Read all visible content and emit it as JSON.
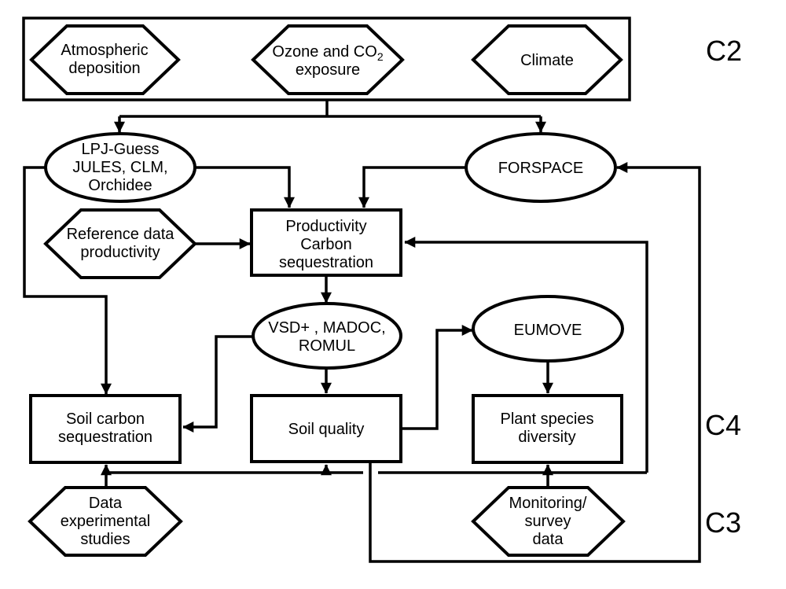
{
  "diagram": {
    "background": "#ffffff",
    "stroke_color": "#000000",
    "text_color": "#000000",
    "side_labels": {
      "c2": "C2",
      "c4": "C4",
      "c3": "C3"
    },
    "nodes": {
      "atmospheric_deposition": {
        "lines": [
          "Atmospheric",
          "deposition"
        ]
      },
      "ozone_co2_exposure": {
        "line1": "Ozone and CO",
        "line1_subscript": "2",
        "line2": "exposure"
      },
      "climate": {
        "label": "Climate"
      },
      "lpj_guess": {
        "lines": [
          "LPJ-Guess",
          "JULES, CLM,",
          "Orchidee"
        ]
      },
      "forspace": {
        "label": "FORSPACE"
      },
      "reference_data": {
        "lines": [
          "Reference data",
          "productivity"
        ]
      },
      "productivity_carbon": {
        "lines": [
          "Productivity",
          "Carbon",
          "sequestration"
        ]
      },
      "vsd_madoc_romul": {
        "lines": [
          "VSD+ , MADOC,",
          "ROMUL"
        ]
      },
      "eumove": {
        "label": "EUMOVE"
      },
      "soil_carbon": {
        "lines": [
          "Soil carbon",
          "sequestration"
        ]
      },
      "soil_quality": {
        "label": "Soil quality"
      },
      "plant_species": {
        "lines": [
          "Plant species",
          "diversity"
        ]
      },
      "data_experimental": {
        "lines": [
          "Data",
          "experimental",
          "studies"
        ]
      },
      "monitoring_survey": {
        "lines": [
          "Monitoring/",
          "survey",
          "data"
        ]
      }
    }
  }
}
